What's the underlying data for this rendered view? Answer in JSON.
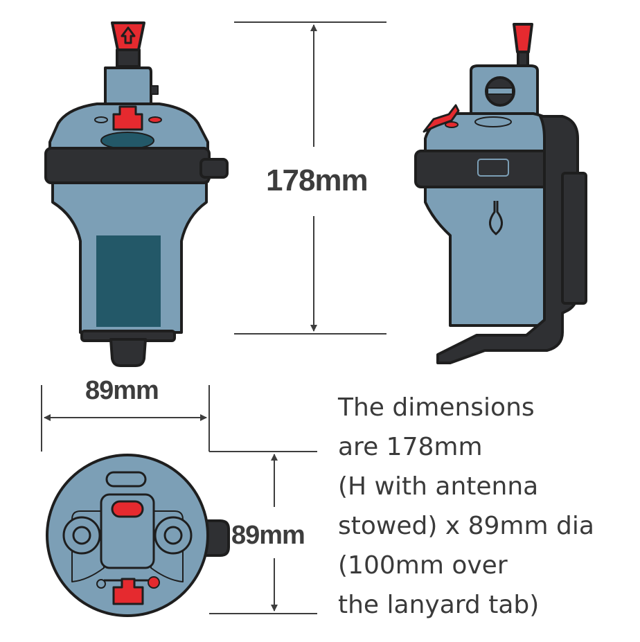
{
  "dimensions": {
    "height_label": "178mm",
    "width_label": "89mm",
    "depth_label": "89mm"
  },
  "description": {
    "lines": [
      "The dimensions",
      "are 178mm",
      "(H with antenna",
      "stowed) x 89mm dia",
      "(100mm over",
      "the lanyard tab)"
    ]
  },
  "colors": {
    "body": "#7c9fb6",
    "body_dark": "#2f3033",
    "accent_red": "#e52a2f",
    "panel": "#235868",
    "outline": "#1e1e1e",
    "dimension_line": "#3d3d3d"
  }
}
